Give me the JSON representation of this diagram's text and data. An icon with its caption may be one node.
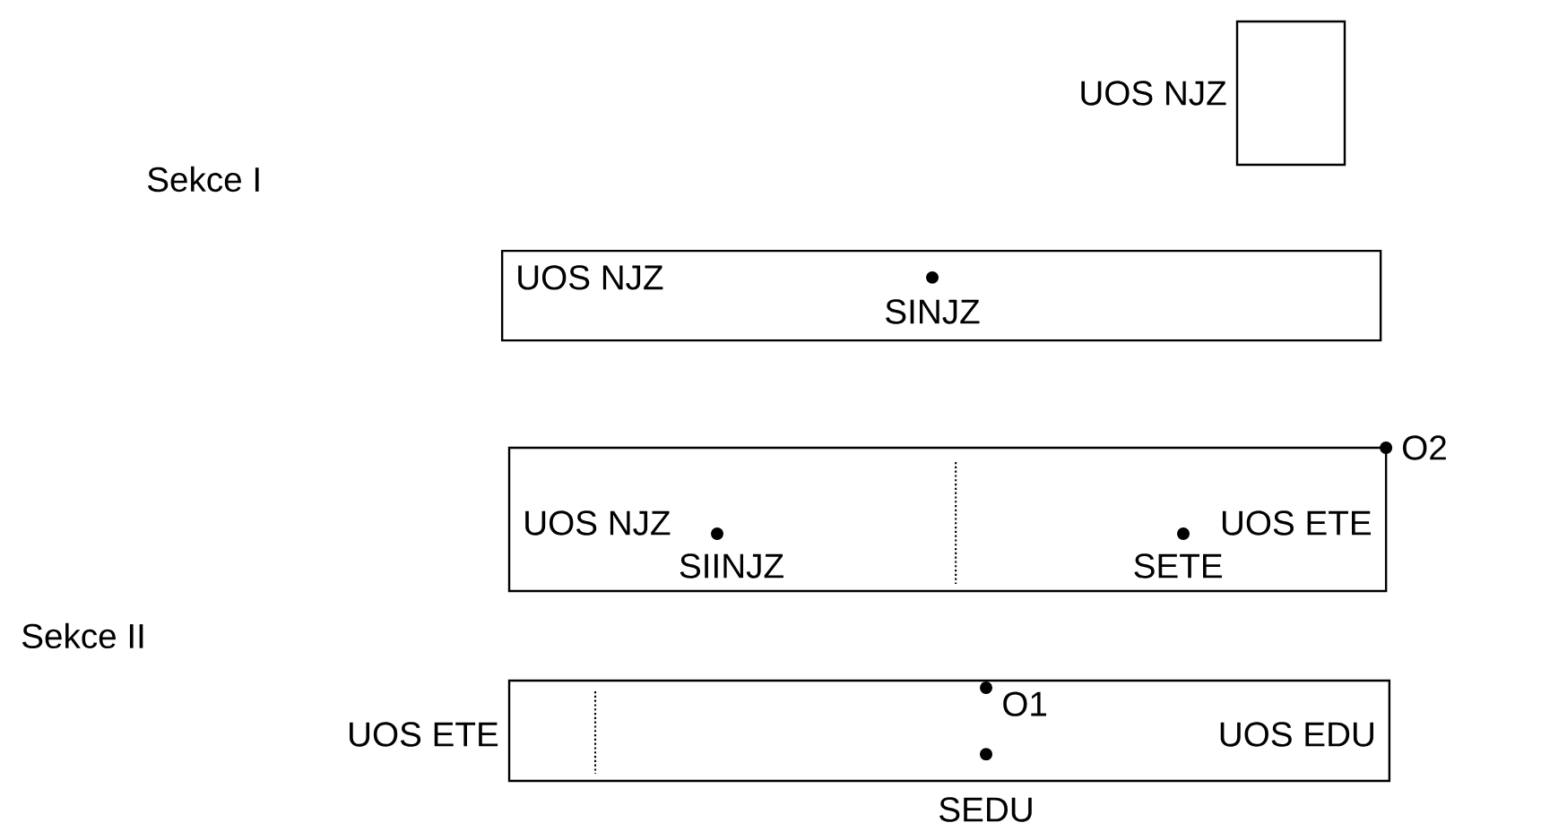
{
  "diagram": {
    "nodes": [
      {
        "text": [
          "UOS NJZ"
        ]
      },
      {
        "text": [
          "UOS NJZ",
          "SINJZ"
        ]
      },
      {
        "text": [
          "UOS NJZ",
          "SIINJZ",
          "SETE",
          "UOS ETE",
          "O2"
        ]
      },
      {
        "text": [
          "UOS ETE",
          "O1",
          "SEDU",
          "UOS EDU"
        ]
      }
    ],
    "labels": [
      "Sekce I",
      "Sekce II"
    ]
  }
}
